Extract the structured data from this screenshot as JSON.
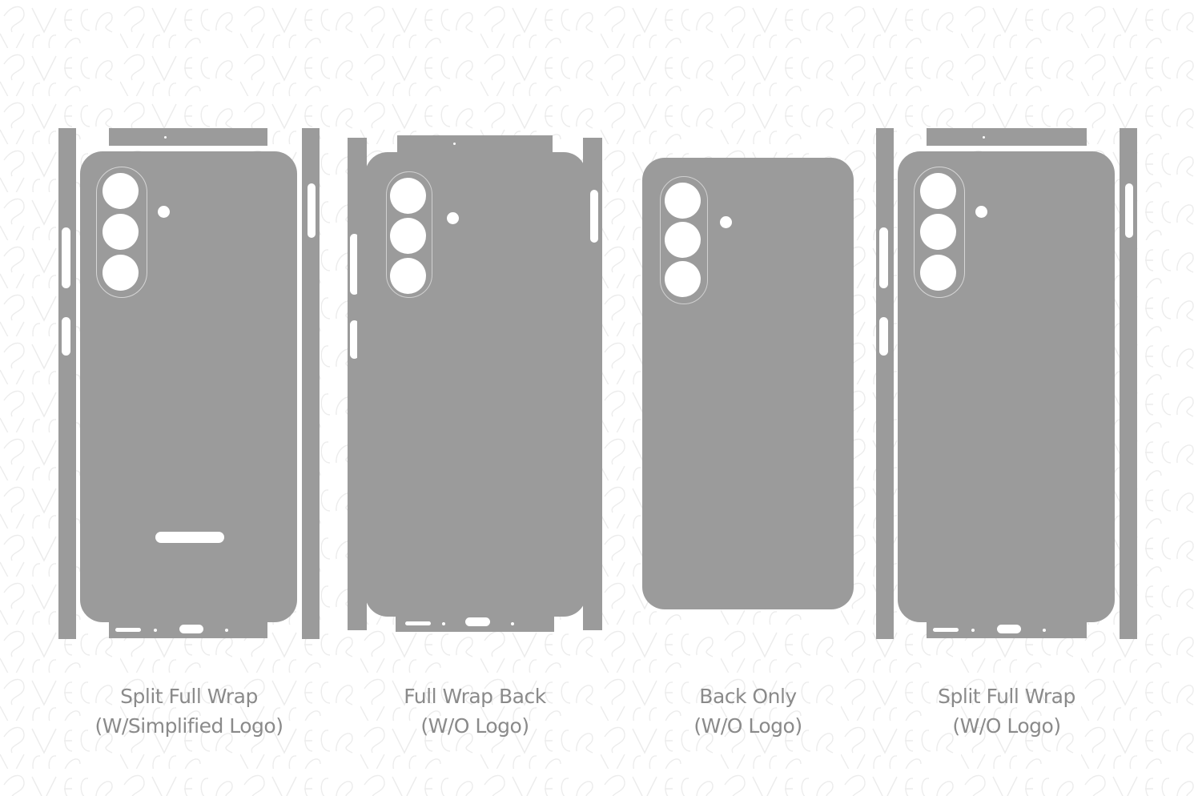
{
  "background": {
    "watermark_text": "SVECRAS",
    "color": "#ffffff",
    "pattern_color": "#ececec"
  },
  "colors": {
    "skin_fill": "#9b9b9b",
    "label_text": "#8a8a8a"
  },
  "templates": [
    {
      "id": "split-full-wrap-simplified-logo",
      "title": "Split Full Wrap",
      "subtitle": "(W/Simplified Logo)",
      "has_logo": true
    },
    {
      "id": "full-wrap-back-no-logo",
      "title": "Full Wrap Back",
      "subtitle": "(W/O Logo)",
      "has_logo": false
    },
    {
      "id": "back-only-no-logo",
      "title": "Back Only",
      "subtitle": "(W/O Logo)",
      "has_logo": false
    },
    {
      "id": "split-full-wrap-no-logo",
      "title": "Split Full Wrap",
      "subtitle": "(W/O Logo)",
      "has_logo": false
    }
  ]
}
